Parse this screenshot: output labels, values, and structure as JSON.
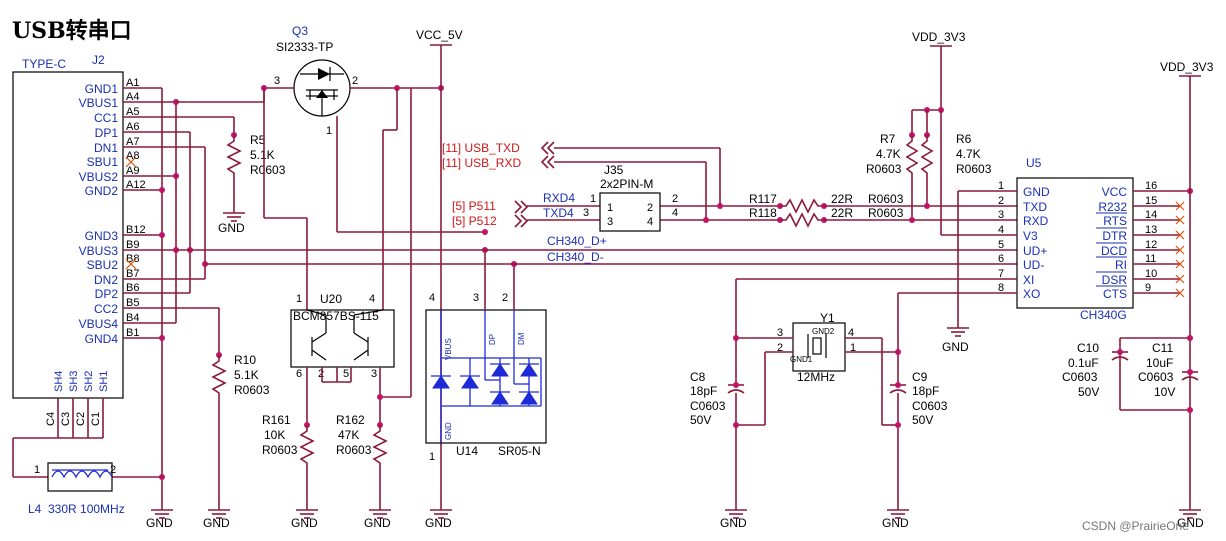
{
  "title": "USB转串口",
  "watermark": "CSDN @PrairieOne",
  "power": {
    "vcc5": "VCC_5V",
    "vdd3v3_a": "VDD_3V3",
    "vdd3v3_b": "VDD_3V3",
    "gnd": "GND"
  },
  "j2": {
    "type": "TYPE-C",
    "ref": "J2",
    "left_pins": [
      "GND1",
      "VBUS1",
      "CC1",
      "DP1",
      "DN1",
      "SBU1",
      "VBUS2",
      "GND2",
      "GND3",
      "VBUS3",
      "SBU2",
      "DN2",
      "DP2",
      "CC2",
      "VBUS4",
      "GND4"
    ],
    "left_nums": [
      "A1",
      "A4",
      "A5",
      "A6",
      "A7",
      "A8",
      "A9",
      "A12",
      "B12",
      "B9",
      "B8",
      "B7",
      "B6",
      "B5",
      "B4",
      "B1"
    ],
    "shield": [
      "SH4",
      "SH3",
      "SH2",
      "SH1"
    ]
  },
  "c_labels": [
    "C4",
    "C3",
    "C2",
    "C1"
  ],
  "l4": {
    "ref": "L4",
    "value": "330R 100MHz",
    "pin1": "1",
    "pin2": "2"
  },
  "q3": {
    "ref": "Q3",
    "part": "SI2333-TP",
    "p3": "3",
    "p2": "2",
    "p1": "1"
  },
  "r5": {
    "ref": "R5",
    "value": "5.1K",
    "pkg": "R0603"
  },
  "r10": {
    "ref": "R10",
    "value": "5.1K",
    "pkg": "R0603"
  },
  "u20": {
    "ref": "U20",
    "part": "BCM857BS-115",
    "p1": "1",
    "p4": "4",
    "p6": "6",
    "p2": "2",
    "p5": "5",
    "p3": "3"
  },
  "r161": {
    "ref": "R161",
    "value": "10K",
    "pkg": "R0603"
  },
  "r162": {
    "ref": "R162",
    "value": "47K",
    "pkg": "R0603"
  },
  "u14": {
    "ref": "U14",
    "part": "SR05-N",
    "vbus": "VBUS",
    "dp": "DP",
    "dm": "DM",
    "gnd": "GND",
    "p4": "4",
    "p3": "3",
    "p2": "2",
    "p1": "1"
  },
  "nets": {
    "txd": "[11]  USB_TXD",
    "rxd": "[11]  USB_RXD",
    "p511": "[5]  P511",
    "p512": "[5]  P512",
    "rxd4": "RXD4",
    "txd4": "TXD4",
    "dplus": "CH340_D+",
    "dminus": "CH340_D-"
  },
  "j35": {
    "ref": "J35",
    "part": "2x2PIN-M",
    "p1": "1",
    "p2": "2",
    "p3": "3",
    "p4": "4",
    "o1": "1",
    "o2": "2",
    "o3": "3",
    "o4": "4"
  },
  "r117": {
    "ref": "R117",
    "value": "22R",
    "pkg": "R0603"
  },
  "r118": {
    "ref": "R118",
    "value": "22R",
    "pkg": "R0603"
  },
  "r7": {
    "ref": "R7",
    "value": "4.7K",
    "pkg": "R0603"
  },
  "r6": {
    "ref": "R6",
    "value": "4.7K",
    "pkg": "R0603"
  },
  "u5": {
    "ref": "U5",
    "part": "CH340G",
    "left_pins": [
      "GND",
      "TXD",
      "RXD",
      "V3",
      "UD+",
      "UD-",
      "XI",
      "XO"
    ],
    "left_nums": [
      "1",
      "2",
      "3",
      "4",
      "5",
      "6",
      "7",
      "8"
    ],
    "right_pins": [
      "VCC",
      "R232",
      "RTS",
      "DTR",
      "DCD",
      "RI",
      "DSR",
      "CTS"
    ],
    "right_nums": [
      "16",
      "15",
      "14",
      "13",
      "12",
      "11",
      "10",
      "9"
    ]
  },
  "y1": {
    "ref": "Y1",
    "value": "12MHz",
    "gnd1": "GND1",
    "gnd2": "GND2",
    "p3": "3",
    "p4": "4",
    "p2": "2",
    "p1": "1"
  },
  "c8": {
    "ref": "C8",
    "value": "18pF",
    "pkg": "C0603",
    "volt": "50V"
  },
  "c9": {
    "ref": "C9",
    "value": "18pF",
    "pkg": "C0603",
    "volt": "50V"
  },
  "c10": {
    "ref": "C10",
    "value": "0.1uF",
    "pkg": "C0603",
    "volt": "50V"
  },
  "c11": {
    "ref": "C11",
    "value": "10uF",
    "pkg": "C0603",
    "volt": "10V"
  }
}
